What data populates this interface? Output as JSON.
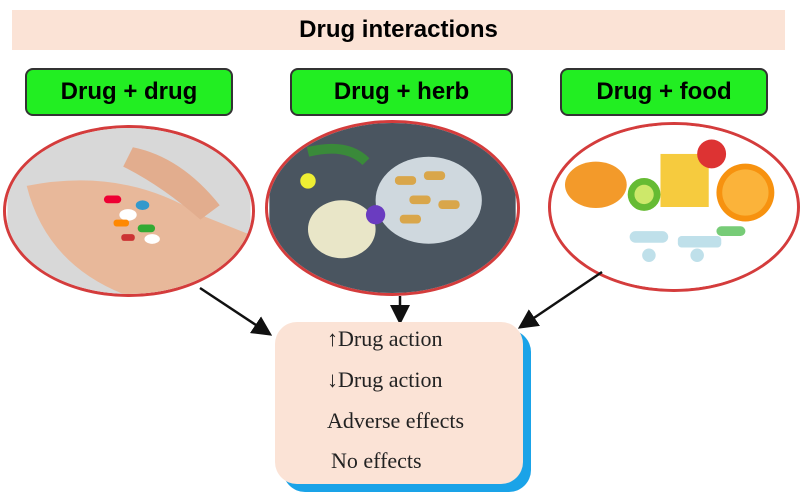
{
  "title": "Drug interactions",
  "categories": [
    {
      "label": "Drug + drug"
    },
    {
      "label": "Drug + herb"
    },
    {
      "label": "Drug + food"
    }
  ],
  "outcomes": [
    "↑Drug action",
    "↓Drug action",
    "Adverse effects",
    "No effects"
  ],
  "colors": {
    "header": "#fbe3d6",
    "category": "#22ee22",
    "ellipse_border": "#d43c3c",
    "result_shadow": "#1aa3e8"
  }
}
